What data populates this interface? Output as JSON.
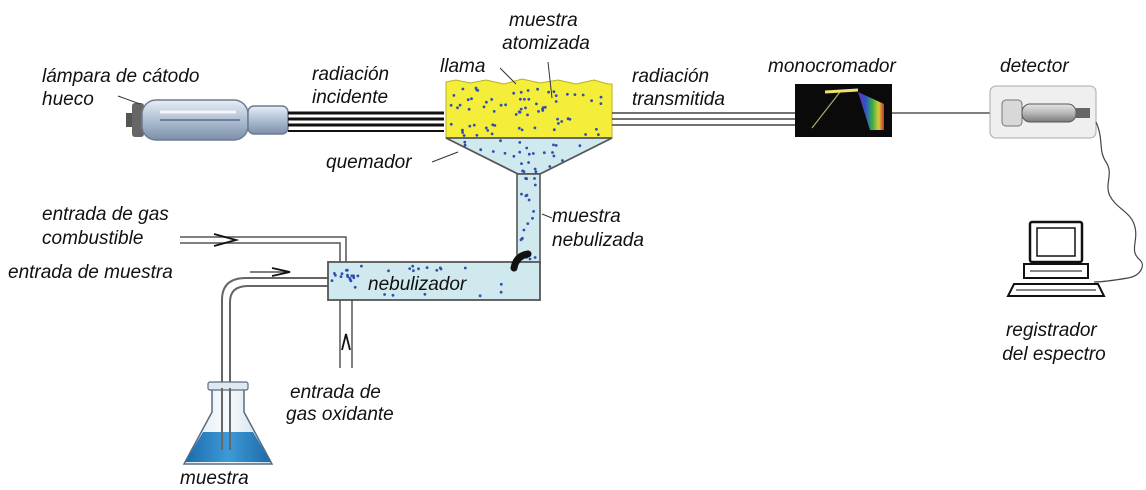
{
  "labels": {
    "lamp": [
      "lámpara de cátodo",
      "hueco"
    ],
    "incident": [
      "radiación",
      "incidente"
    ],
    "atomized": [
      "muestra",
      "atomizada"
    ],
    "flame": "llama",
    "transmitted": [
      "radiación",
      "transmitida"
    ],
    "monochromator": "monocromador",
    "detector": "detector",
    "burner": "quemador",
    "fuel_gas": [
      "entrada de gas",
      "combustible"
    ],
    "nebulized": [
      "muestra",
      "nebulizada"
    ],
    "sample_inlet": "entrada de muestra",
    "nebulizer": "nebulizador",
    "oxidant": [
      "entrada de",
      "gas oxidante"
    ],
    "sample": "muestra",
    "recorder": [
      "registrador",
      "del espectro"
    ]
  },
  "colors": {
    "flame": "#f4ee3a",
    "chamber": "#cfe9ee",
    "droplet": "#2f4fb0",
    "flask_liquid": "#2a86c4",
    "lamp_glass": "#aebfd4"
  },
  "icons": [
    "hollow-cathode-lamp-icon",
    "monochromator-icon",
    "detector-tube-icon",
    "computer-icon",
    "erlenmeyer-flask-icon"
  ]
}
